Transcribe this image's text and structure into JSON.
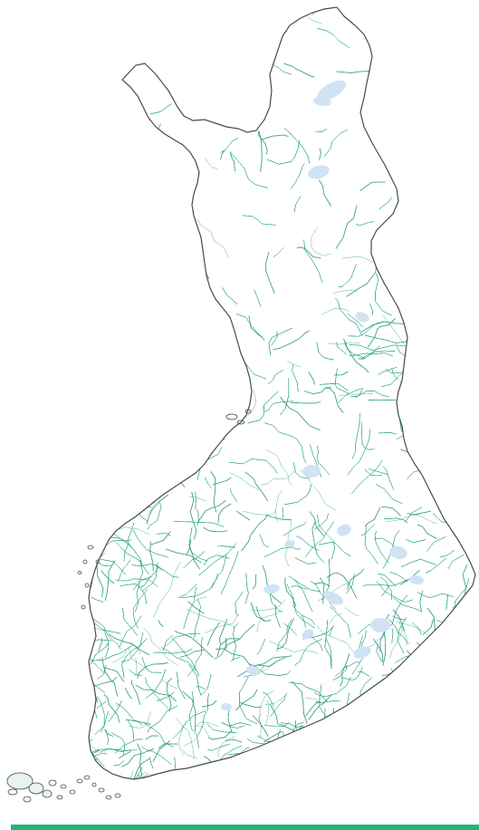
{
  "map": {
    "colors": {
      "background": "#ffffff",
      "border": "#4a4a4a",
      "network": "#1a9e78",
      "network_dense": "#0f8a66",
      "lakes": "#cfe3f5",
      "bottom_bar": "#22b37a"
    },
    "layers": [
      "country-outline",
      "road-network",
      "lakes",
      "islands"
    ]
  }
}
